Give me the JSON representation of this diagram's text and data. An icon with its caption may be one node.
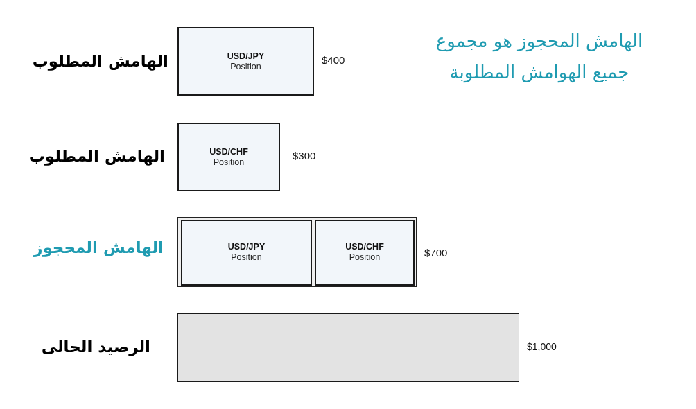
{
  "diagram": {
    "nodes": [
      {
        "text": [
          "USD/JPY",
          "Position"
        ],
        "beside": [
          "الهامش المطلوب",
          "$400"
        ]
      },
      {
        "text": [
          "USD/CHF",
          "Position"
        ],
        "beside": [
          "الهامش المطلوب",
          "$300"
        ]
      },
      {
        "text": [],
        "shape": "box",
        "beside": [
          "الهامش المحجوز",
          "$700"
        ]
      },
      {
        "text": [
          "USD/JPY",
          "Position"
        ],
        "in": 2
      },
      {
        "text": [
          "USD/CHF",
          "Position"
        ],
        "in": 2
      },
      {
        "text": [],
        "shape": "bar",
        "beside": [
          "الرصيد الحالى",
          "$1,000"
        ]
      }
    ],
    "labels": [
      "الهامش المحجوز هو مجموع جميع الهوامش المطلوبة"
    ]
  }
}
